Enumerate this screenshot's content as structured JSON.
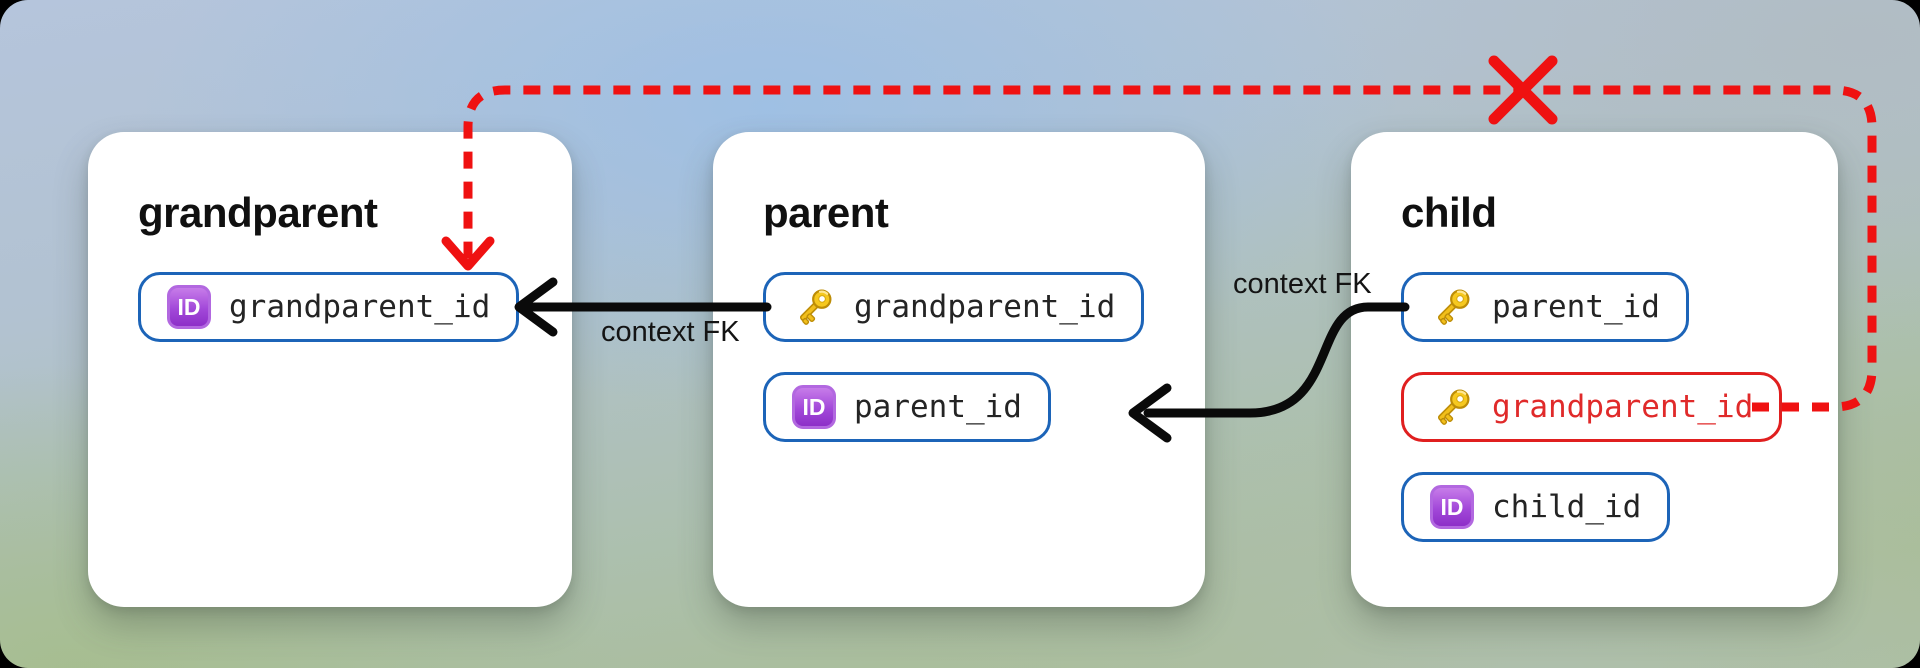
{
  "diagram": {
    "tables": [
      {
        "name": "grandparent",
        "fields": [
          {
            "label": "grandparent_id",
            "icon": "id-badge",
            "state": "normal"
          }
        ]
      },
      {
        "name": "parent",
        "fields": [
          {
            "label": "grandparent_id",
            "icon": "key",
            "state": "normal"
          },
          {
            "label": "parent_id",
            "icon": "id-badge",
            "state": "normal"
          }
        ]
      },
      {
        "name": "child",
        "fields": [
          {
            "label": "parent_id",
            "icon": "key",
            "state": "normal"
          },
          {
            "label": "grandparent_id",
            "icon": "key",
            "state": "invalid"
          },
          {
            "label": "child_id",
            "icon": "id-badge",
            "state": "normal"
          }
        ]
      }
    ],
    "edge_labels": {
      "parent_to_grandparent": "context FK",
      "child_to_parent": "context FK"
    },
    "edges": [
      {
        "from": "parent.grandparent_id",
        "to": "grandparent.grandparent_id",
        "label": "context FK",
        "style": "solid-black-arrow"
      },
      {
        "from": "child.parent_id",
        "to": "parent.parent_id",
        "label": "context FK",
        "style": "solid-black-arrow"
      },
      {
        "from": "child.grandparent_id",
        "to": "grandparent.grandparent_id",
        "label": "",
        "style": "red-dashed-crossed-out"
      }
    ],
    "colors": {
      "field_border_blue": "#1c64b8",
      "invalid_red": "#ef1111",
      "card": "#ffffff",
      "ink": "#101010"
    }
  },
  "icons": {
    "id_badge_text": "ID"
  }
}
